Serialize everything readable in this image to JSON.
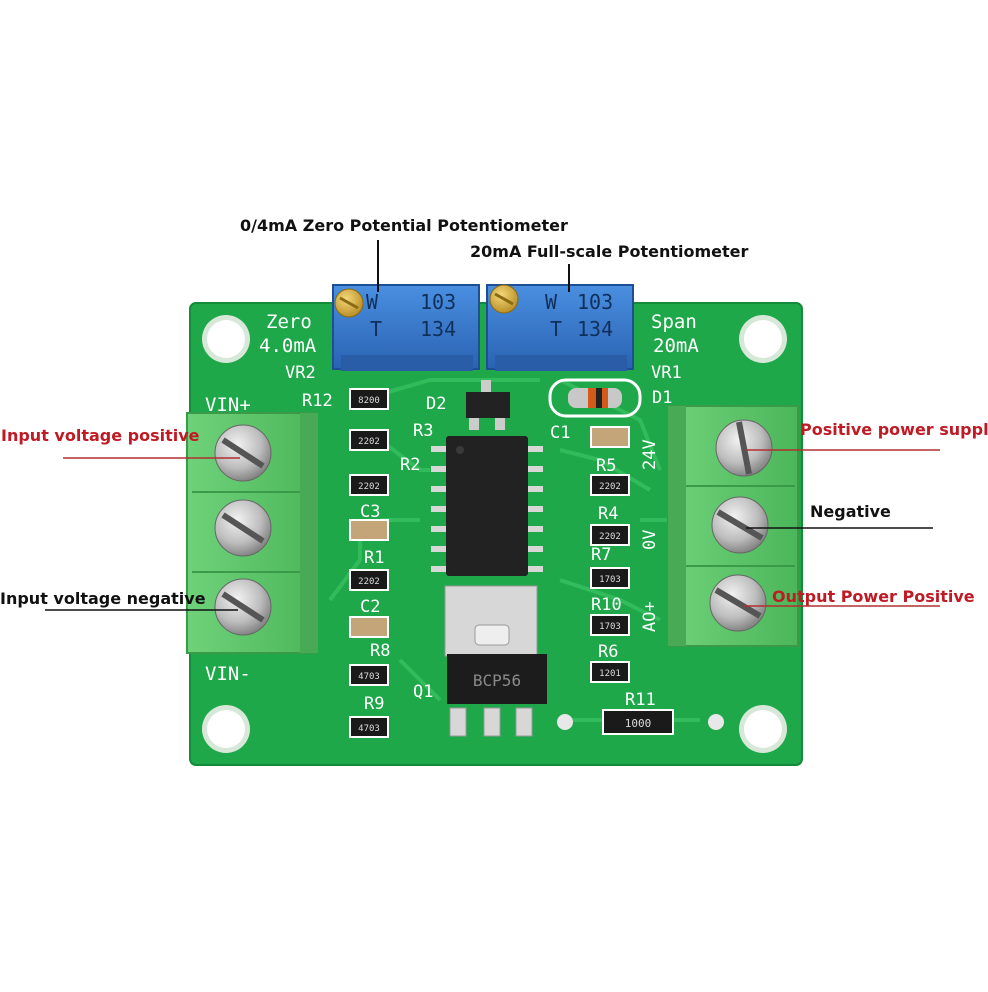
{
  "callouts": {
    "zero_pot": "0/4mA Zero Potential Potentiometer",
    "fullscale_pot": "20mA Full-scale Potentiometer",
    "vin_pos": "Input voltage positive",
    "vin_neg": "Input voltage negative",
    "pos_supply": "Positive power supply",
    "negative": "Negative",
    "output_pos": "Output Power Positive"
  },
  "silkscreen": {
    "zero": "Zero",
    "zero_val": "4.0mA",
    "vr2": "VR2",
    "span": "Span",
    "span_val": "20mA",
    "vr1": "VR1",
    "vin_plus": "VIN+",
    "vin_minus": "VIN-",
    "r12": "R12",
    "d2": "D2",
    "d1": "D1",
    "r3": "R3",
    "r2": "R2",
    "c3": "C3",
    "r1": "R1",
    "c2": "C2",
    "r8": "R8",
    "r9": "R9",
    "q1": "Q1",
    "c1": "C1",
    "r5": "R5",
    "r4": "R4",
    "r7": "R7",
    "r10": "R10",
    "r6": "R6",
    "r11": "R11",
    "v24": "24V",
    "v0": "0V",
    "ao_plus": "AO+"
  },
  "pot_marking": {
    "code": "103",
    "letter": "W",
    "sub": "134",
    "t": "T"
  },
  "transistor_marking": "BCP56",
  "resistor_codes": {
    "r12": "8200",
    "r3": "2202",
    "r2": "2202",
    "r1": "2202",
    "r5": "2202",
    "r4": "2202",
    "r7": "1703",
    "r10": "1703",
    "r6": "1201",
    "r8": "4703",
    "r9": "4703",
    "r11": "1000"
  },
  "colors": {
    "pcb": "#1fa84a",
    "pcb_dark": "#17913f",
    "terminal": "#5ec46a",
    "potentiometer": "#2f76c9",
    "callout_red": "#c01a24"
  }
}
